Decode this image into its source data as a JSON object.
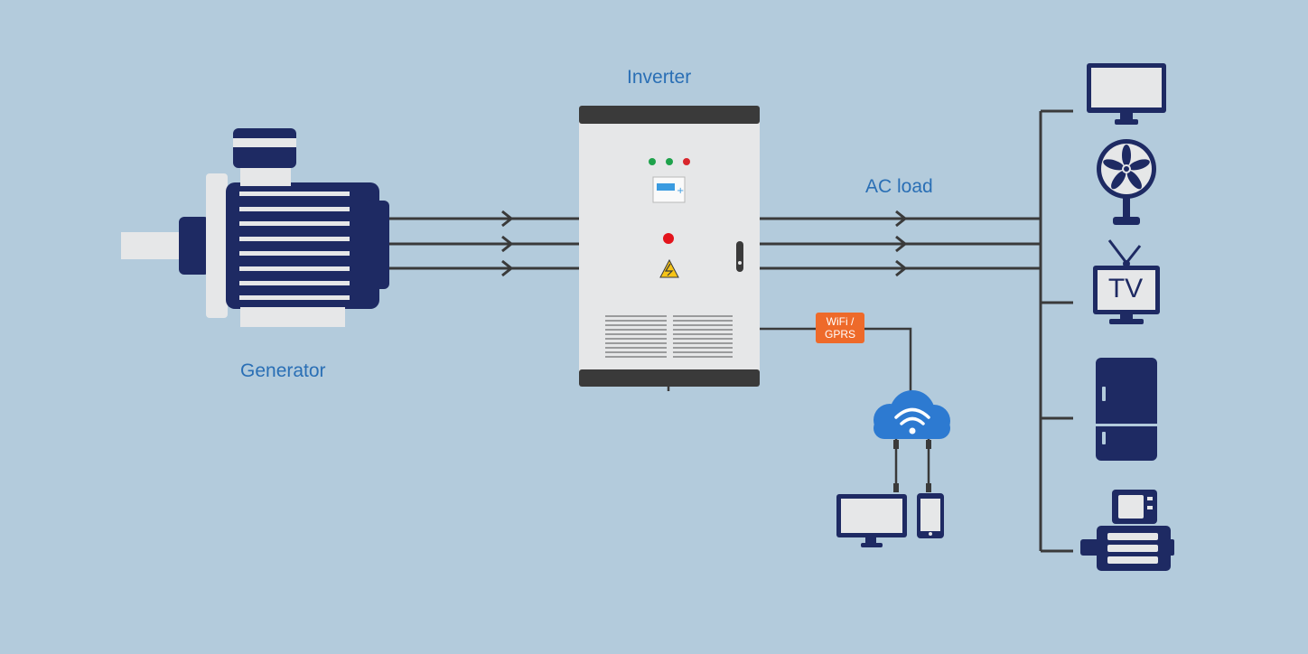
{
  "labels": {
    "inverter": "Inverter",
    "ac_load": "AC load",
    "generator": "Generator"
  },
  "badge": {
    "line1": "WiFi /",
    "line2": "GPRS"
  },
  "tv_text": "TV",
  "colors": {
    "background": "#b3cbdc",
    "navy": "#1e2a63",
    "label_blue": "#2a6fb5",
    "badge_orange": "#ee6a2a",
    "wire": "#3a3a3a",
    "cabinet": "#e6e7e8",
    "cabinet_band": "#3a3a3a",
    "cloud_blue": "#2d7ad1"
  },
  "icons": [
    "generator-icon",
    "inverter-cabinet-icon",
    "cloud-wifi-icon",
    "desktop-monitor-icon",
    "smartphone-icon",
    "monitor-icon",
    "fan-icon",
    "tv-icon",
    "refrigerator-icon",
    "machine-icon"
  ]
}
